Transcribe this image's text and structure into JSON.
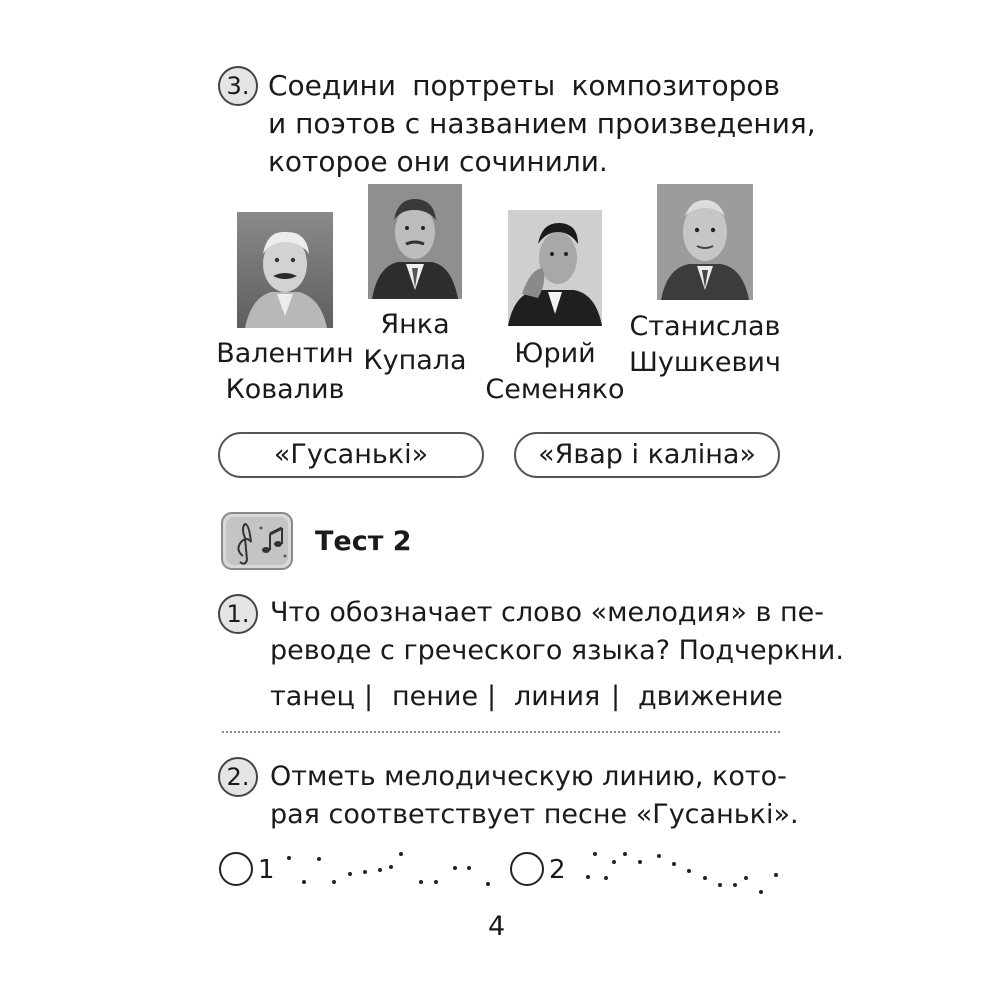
{
  "task3": {
    "number": "3.",
    "lines": [
      "Соедини портреты композиторов",
      "и поэтов с названием произведения,",
      "которое они сочинили."
    ]
  },
  "portraits": [
    {
      "first": "Валентин",
      "last": "Ковалив"
    },
    {
      "first": "Янка",
      "last": "Купала"
    },
    {
      "first": "Юрий",
      "last": "Семеняко"
    },
    {
      "first": "Станислав",
      "last": "Шушкевич"
    }
  ],
  "songs": [
    "«Гусанькі»",
    "«Явар і каліна»"
  ],
  "test": {
    "title": "Тест 2",
    "icon": "music-notes-icon"
  },
  "q1": {
    "number": "1.",
    "lines": [
      "Что обозначает слово «мелодия» в пе-",
      "реводе с греческого языка? Подчеркни."
    ],
    "options": [
      "танец",
      "пение",
      "линия",
      "движение"
    ],
    "separator": "|"
  },
  "q2": {
    "number": "2.",
    "lines": [
      "Отметь мелодическую линию, кото-",
      "рая соответствует песне «Гусанькі»."
    ],
    "option1": "1",
    "option2": "2"
  },
  "page_number": "4"
}
